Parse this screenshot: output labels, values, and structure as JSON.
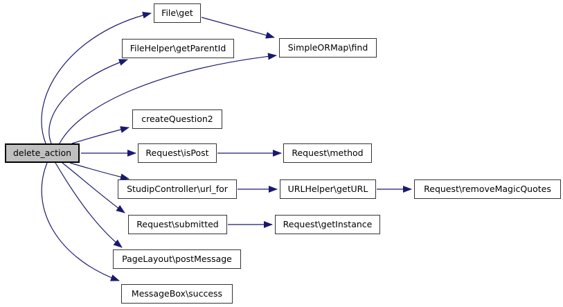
{
  "diagram": {
    "type": "call-graph",
    "root": "delete_action",
    "nodes": [
      {
        "id": "delete_action",
        "label": "delete_action",
        "role": "root"
      },
      {
        "id": "file_get",
        "label": "File\\get",
        "role": "callee"
      },
      {
        "id": "filehelper_getparentid",
        "label": "FileHelper\\getParentId",
        "role": "callee"
      },
      {
        "id": "simpleormap_find",
        "label": "SimpleORMap\\find",
        "role": "callee"
      },
      {
        "id": "createquestion2",
        "label": "createQuestion2",
        "role": "callee"
      },
      {
        "id": "request_ispost",
        "label": "Request\\isPost",
        "role": "callee"
      },
      {
        "id": "request_method",
        "label": "Request\\method",
        "role": "callee"
      },
      {
        "id": "studipcontroller_url_for",
        "label": "StudipController\\url_for",
        "role": "callee"
      },
      {
        "id": "urlhelper_geturl",
        "label": "URLHelper\\getURL",
        "role": "callee"
      },
      {
        "id": "request_removemagicquotes",
        "label": "Request\\removeMagicQuotes",
        "role": "callee"
      },
      {
        "id": "request_submitted",
        "label": "Request\\submitted",
        "role": "callee"
      },
      {
        "id": "request_getinstance",
        "label": "Request\\getInstance",
        "role": "callee"
      },
      {
        "id": "pagelayout_postmessage",
        "label": "PageLayout\\postMessage",
        "role": "callee"
      },
      {
        "id": "messagebox_success",
        "label": "MessageBox\\success",
        "role": "callee"
      }
    ],
    "edges": [
      {
        "from": "delete_action",
        "to": "file_get"
      },
      {
        "from": "delete_action",
        "to": "filehelper_getparentid"
      },
      {
        "from": "delete_action",
        "to": "simpleormap_find"
      },
      {
        "from": "delete_action",
        "to": "createquestion2"
      },
      {
        "from": "delete_action",
        "to": "request_ispost"
      },
      {
        "from": "delete_action",
        "to": "studipcontroller_url_for"
      },
      {
        "from": "delete_action",
        "to": "request_submitted"
      },
      {
        "from": "delete_action",
        "to": "pagelayout_postmessage"
      },
      {
        "from": "delete_action",
        "to": "messagebox_success"
      },
      {
        "from": "file_get",
        "to": "simpleormap_find"
      },
      {
        "from": "request_ispost",
        "to": "request_method"
      },
      {
        "from": "studipcontroller_url_for",
        "to": "urlhelper_geturl"
      },
      {
        "from": "urlhelper_geturl",
        "to": "request_removemagicquotes"
      },
      {
        "from": "request_submitted",
        "to": "request_getinstance"
      }
    ],
    "colors": {
      "edge": "#191970",
      "root_fill": "#c0c0c0",
      "node_fill": "#ffffff",
      "node_border": "#333333",
      "background": "#ffffff",
      "text": "#000000"
    }
  }
}
